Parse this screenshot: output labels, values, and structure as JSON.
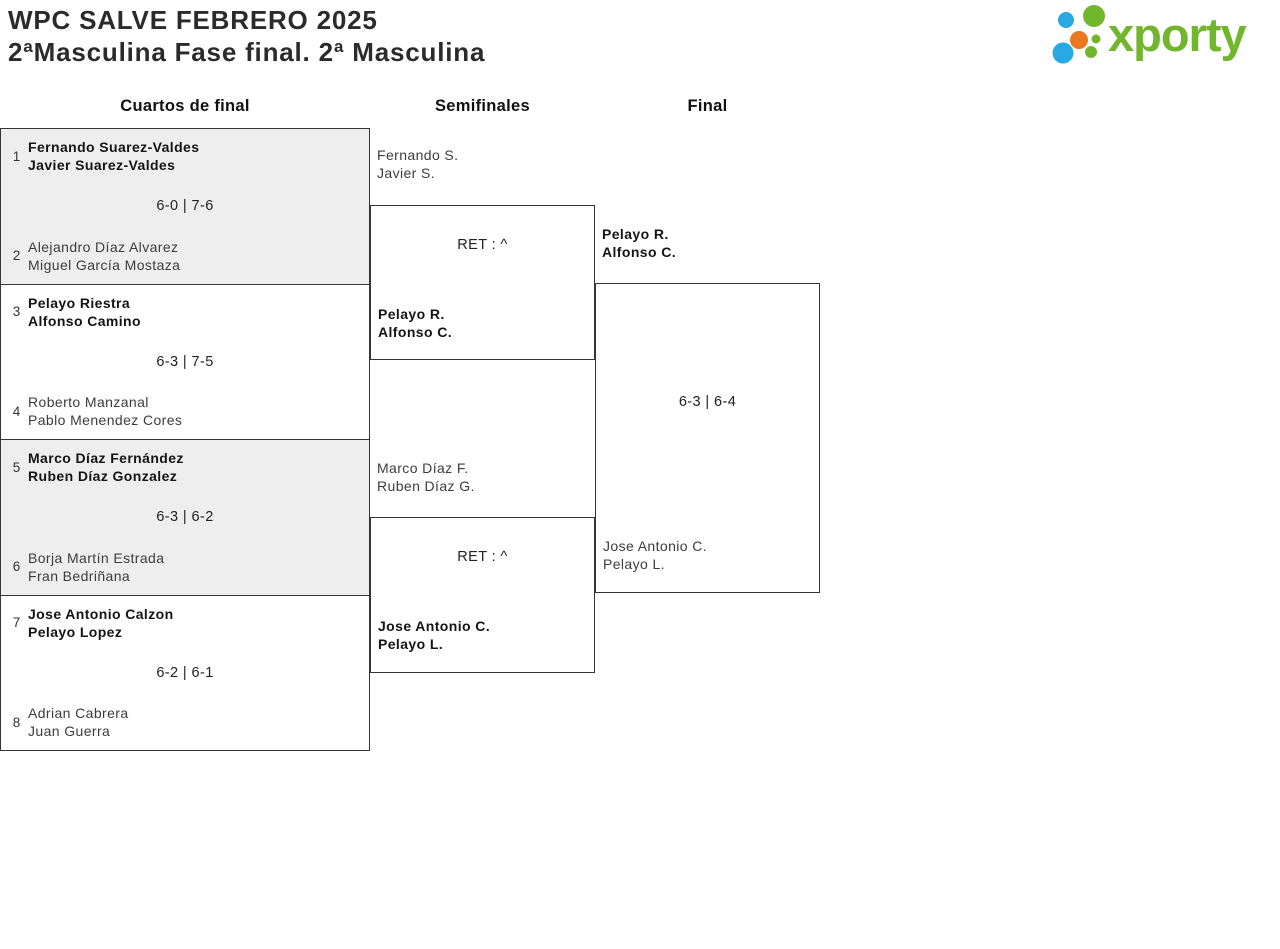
{
  "header": {
    "title_line1": "WPC SALVE FEBRERO 2025",
    "title_line2": "2ªMasculina Fase final. 2ª Masculina",
    "logo": {
      "text": "xporty",
      "green": "#72b62e",
      "blue": "#29a9e1",
      "orange": "#e8791e"
    }
  },
  "columns": {
    "quarterfinals": "Cuartos de final",
    "semifinals": "Semifinales",
    "final": "Final"
  },
  "bracket": {
    "quarterfinals": [
      {
        "seed_a": "1",
        "team_a_line1": "Fernando Suarez-Valdes",
        "team_a_line2": "Javier Suarez-Valdes",
        "score": "6-0 | 7-6",
        "seed_b": "2",
        "team_b_line1": "Alejandro Díaz Alvarez",
        "team_b_line2": "Miguel García Mostaza",
        "winner": "a"
      },
      {
        "seed_a": "3",
        "team_a_line1": "Pelayo Riestra",
        "team_a_line2": "Alfonso Camino",
        "score": "6-3 | 7-5",
        "seed_b": "4",
        "team_b_line1": "Roberto Manzanal",
        "team_b_line2": "Pablo Menendez Cores",
        "winner": "a"
      },
      {
        "seed_a": "5",
        "team_a_line1": "Marco Díaz Fernández",
        "team_a_line2": "Ruben Díaz Gonzalez",
        "score": "6-3 | 6-2",
        "seed_b": "6",
        "team_b_line1": "Borja Martín Estrada",
        "team_b_line2": "Fran Bedriñana",
        "winner": "a"
      },
      {
        "seed_a": "7",
        "team_a_line1": "Jose Antonio Calzon",
        "team_a_line2": "Pelayo Lopez",
        "score": "6-2 | 6-1",
        "seed_b": "8",
        "team_b_line1": "Adrian Cabrera",
        "team_b_line2": "Juan Guerra",
        "winner": "a"
      }
    ],
    "semifinals": [
      {
        "team_a_line1": "Fernando S.",
        "team_a_line2": "Javier S.",
        "score": "RET : ^",
        "team_b_line1": "Pelayo R.",
        "team_b_line2": "Alfonso C.",
        "winner": "b"
      },
      {
        "team_a_line1": "Marco Díaz F.",
        "team_a_line2": "Ruben Díaz G.",
        "score": "RET : ^",
        "team_b_line1": "Jose Antonio C.",
        "team_b_line2": "Pelayo L.",
        "winner": "b"
      }
    ],
    "final": {
      "team_a_line1": "Pelayo R.",
      "team_a_line2": "Alfonso C.",
      "score": "6-3 | 6-4",
      "team_b_line1": "Jose Antonio C.",
      "team_b_line2": "Pelayo L.",
      "winner": "a"
    }
  }
}
